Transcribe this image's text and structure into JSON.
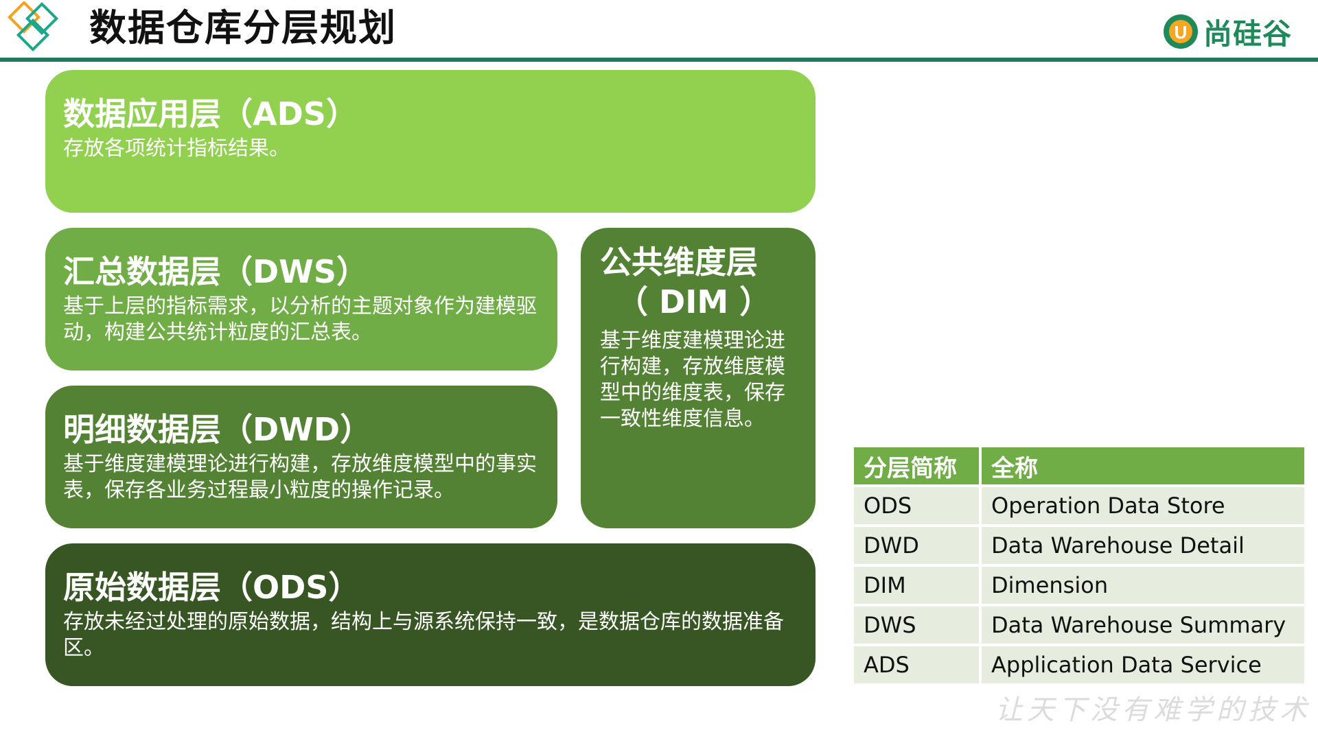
{
  "header": {
    "title": "数据仓库分层规划",
    "brand_name": "尚硅谷",
    "brand_badge_letter": "U",
    "accent_color": "#1e7a5a"
  },
  "layers": {
    "ads": {
      "title": "数据应用层（ADS）",
      "description": "存放各项统计指标结果。",
      "color": "#92d050"
    },
    "dws": {
      "title": "汇总数据层（DWS）",
      "description": "基于上层的指标需求，以分析的主题对象作为建模驱动，构建公共统计粒度的汇总表。",
      "color": "#70ad47"
    },
    "dwd": {
      "title": "明细数据层（DWD）",
      "description": "基于维度建模理论进行构建，存放维度模型中的事实表，保存各业务过程最小粒度的操作记录。",
      "color": "#548235"
    },
    "dim": {
      "title_line1": "公共维度层",
      "title_line2": "（ DIM ）",
      "description": "基于维度建模理论进行构建，存放维度模型中的维度表，保存一致性维度信息。",
      "color": "#548235"
    },
    "ods": {
      "title": "原始数据层（ODS）",
      "description": "存放未经过处理的原始数据，结构上与源系统保持一致，是数据仓库的数据准备区。",
      "color": "#375623"
    }
  },
  "abbreviation_table": {
    "headers": [
      "分层简称",
      "全称"
    ],
    "rows": [
      [
        "ODS",
        "Operation Data Store"
      ],
      [
        "DWD",
        "Data Warehouse Detail"
      ],
      [
        "DIM",
        "Dimension"
      ],
      [
        "DWS",
        "Data Warehouse Summary"
      ],
      [
        "ADS",
        "Application Data Service"
      ]
    ]
  },
  "footer": {
    "slogan": "让天下没有难学的技术"
  }
}
